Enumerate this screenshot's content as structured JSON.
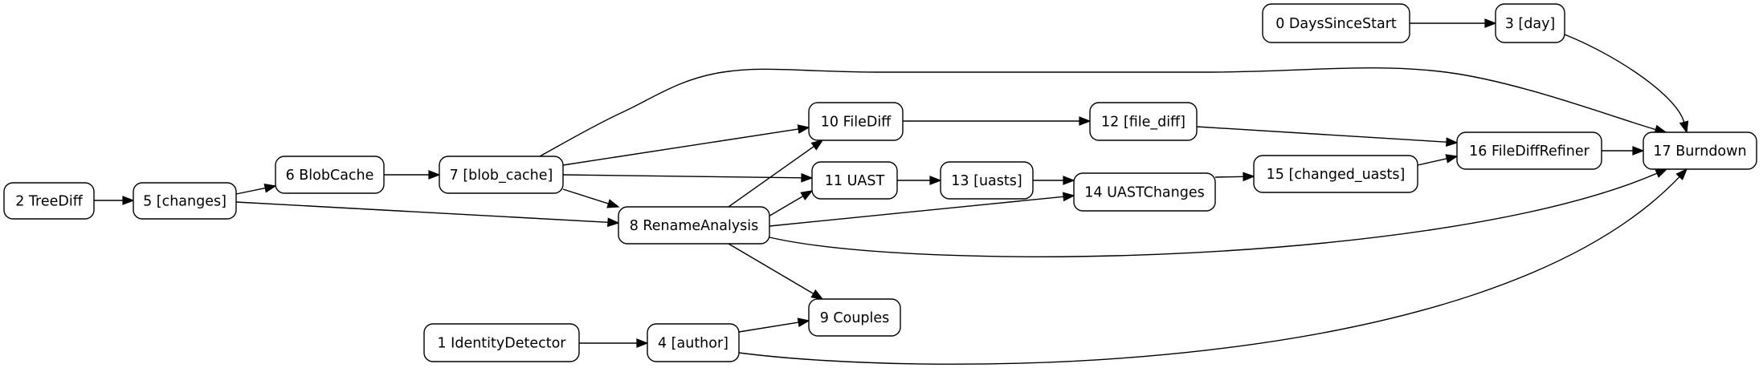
{
  "diagram": {
    "type": "directed-graph",
    "nodes": [
      {
        "id": "n0",
        "label": "0 DaysSinceStart"
      },
      {
        "id": "n1",
        "label": "1 IdentityDetector"
      },
      {
        "id": "n2",
        "label": "2 TreeDiff"
      },
      {
        "id": "n3",
        "label": "3 [day]"
      },
      {
        "id": "n4",
        "label": "4 [author]"
      },
      {
        "id": "n5",
        "label": "5 [changes]"
      },
      {
        "id": "n6",
        "label": "6 BlobCache"
      },
      {
        "id": "n7",
        "label": "7 [blob_cache]"
      },
      {
        "id": "n8",
        "label": "8 RenameAnalysis"
      },
      {
        "id": "n9",
        "label": "9 Couples"
      },
      {
        "id": "n10",
        "label": "10 FileDiff"
      },
      {
        "id": "n11",
        "label": "11 UAST"
      },
      {
        "id": "n12",
        "label": "12 [file_diff]"
      },
      {
        "id": "n13",
        "label": "13 [uasts]"
      },
      {
        "id": "n14",
        "label": "14 UASTChanges"
      },
      {
        "id": "n15",
        "label": "15 [changed_uasts]"
      },
      {
        "id": "n16",
        "label": "16 FileDiffRefiner"
      },
      {
        "id": "n17",
        "label": "17 Burndown"
      }
    ],
    "edges": [
      {
        "from": "n0",
        "to": "n3"
      },
      {
        "from": "n3",
        "to": "n17"
      },
      {
        "from": "n2",
        "to": "n5"
      },
      {
        "from": "n5",
        "to": "n6"
      },
      {
        "from": "n5",
        "to": "n8"
      },
      {
        "from": "n6",
        "to": "n7"
      },
      {
        "from": "n7",
        "to": "n17"
      },
      {
        "from": "n7",
        "to": "n10"
      },
      {
        "from": "n7",
        "to": "n11"
      },
      {
        "from": "n7",
        "to": "n8"
      },
      {
        "from": "n8",
        "to": "n10"
      },
      {
        "from": "n8",
        "to": "n11"
      },
      {
        "from": "n8",
        "to": "n14"
      },
      {
        "from": "n8",
        "to": "n17"
      },
      {
        "from": "n8",
        "to": "n9"
      },
      {
        "from": "n10",
        "to": "n12"
      },
      {
        "from": "n12",
        "to": "n16"
      },
      {
        "from": "n11",
        "to": "n13"
      },
      {
        "from": "n13",
        "to": "n14"
      },
      {
        "from": "n14",
        "to": "n15"
      },
      {
        "from": "n15",
        "to": "n16"
      },
      {
        "from": "n16",
        "to": "n17"
      },
      {
        "from": "n1",
        "to": "n4"
      },
      {
        "from": "n4",
        "to": "n9"
      },
      {
        "from": "n4",
        "to": "n17"
      }
    ]
  }
}
